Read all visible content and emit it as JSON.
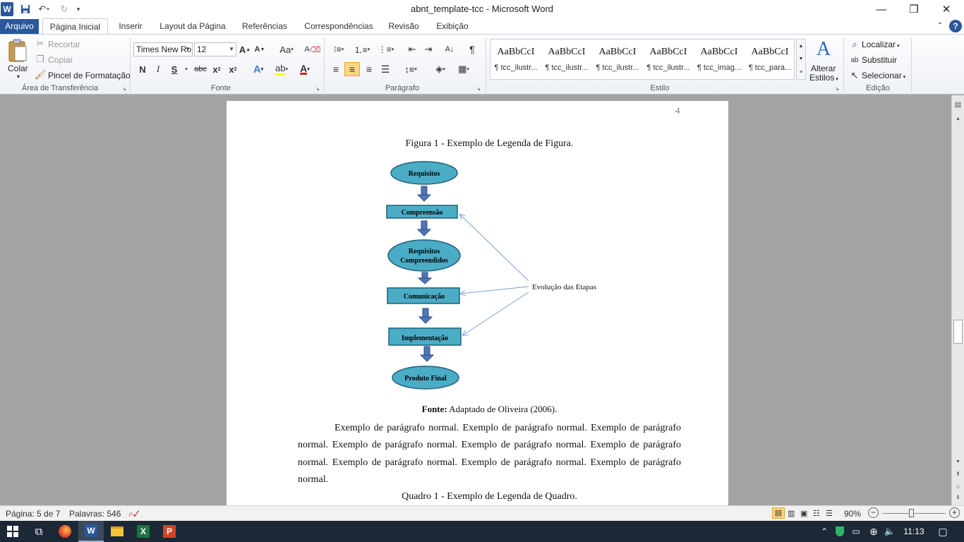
{
  "window": {
    "title": "abnt_template-tcc  -  Microsoft Word",
    "app_icon": "W",
    "min": "—",
    "restore": "❐",
    "close": "✕"
  },
  "tabs": [
    "Arquivo",
    "Página Inicial",
    "Inserir",
    "Layout da Página",
    "Referências",
    "Correspondências",
    "Revisão",
    "Exibição"
  ],
  "ribbon": {
    "clipboard": {
      "paste": "Colar",
      "cut": "Recortar",
      "copy": "Copiar",
      "format_painter": "Pincel de Formatação",
      "label": "Área de Transferência"
    },
    "font": {
      "name": "Times New Ro",
      "size": "12",
      "bold": "N",
      "italic": "I",
      "underline": "S",
      "strike": "abc",
      "label": "Fonte"
    },
    "paragraph": {
      "label": "Parágrafo"
    },
    "styles": {
      "items": [
        {
          "sample": "AaBbCcI",
          "name": "¶ tcc_ilustr..."
        },
        {
          "sample": "AaBbCcI",
          "name": "¶ tcc_ilustr..."
        },
        {
          "sample": "AaBbCcI",
          "name": "¶ tcc_ilustr..."
        },
        {
          "sample": "AaBbCcI",
          "name": "¶ tcc_ilustr..."
        },
        {
          "sample": "AaBbCcI",
          "name": "¶ tcc_imag..."
        },
        {
          "sample": "AaBbCcI",
          "name": "¶ tcc_para..."
        }
      ],
      "change": "Alterar",
      "change2": "Estilos",
      "label": "Estilo"
    },
    "editing": {
      "find": "Localizar",
      "replace": "Substituir",
      "select": "Selecionar",
      "label": "Edição"
    }
  },
  "document": {
    "page_number": "4",
    "figure_caption": "Figura 1 - Exemplo de Legenda de Figura.",
    "flowchart": {
      "nodes": [
        "Requisitos",
        "Compreensão",
        "Requisitos",
        "Compreendidos",
        "Comunicação",
        "Implementação",
        "Produto Final"
      ],
      "annotation": "Evolução das Etapas"
    },
    "source_bold": "Fonte:",
    "source_text": "Adaptado de Oliveira (2006).",
    "paragraph_lines": [
      "Exemplo de parágrafo normal. Exemplo de parágrafo normal. Exemplo de parágrafo",
      "normal. Exemplo de parágrafo normal. Exemplo de parágrafo normal. Exemplo de parágrafo",
      "normal. Exemplo de parágrafo normal. Exemplo de parágrafo normal. Exemplo de parágrafo",
      "normal."
    ],
    "table_caption": "Quadro 1 - Exemplo de Legenda de Quadro."
  },
  "status": {
    "page": "Página: 5 de 7",
    "words": "Palavras: 546",
    "zoom": "90%"
  },
  "taskbar": {
    "time": "11:13"
  }
}
